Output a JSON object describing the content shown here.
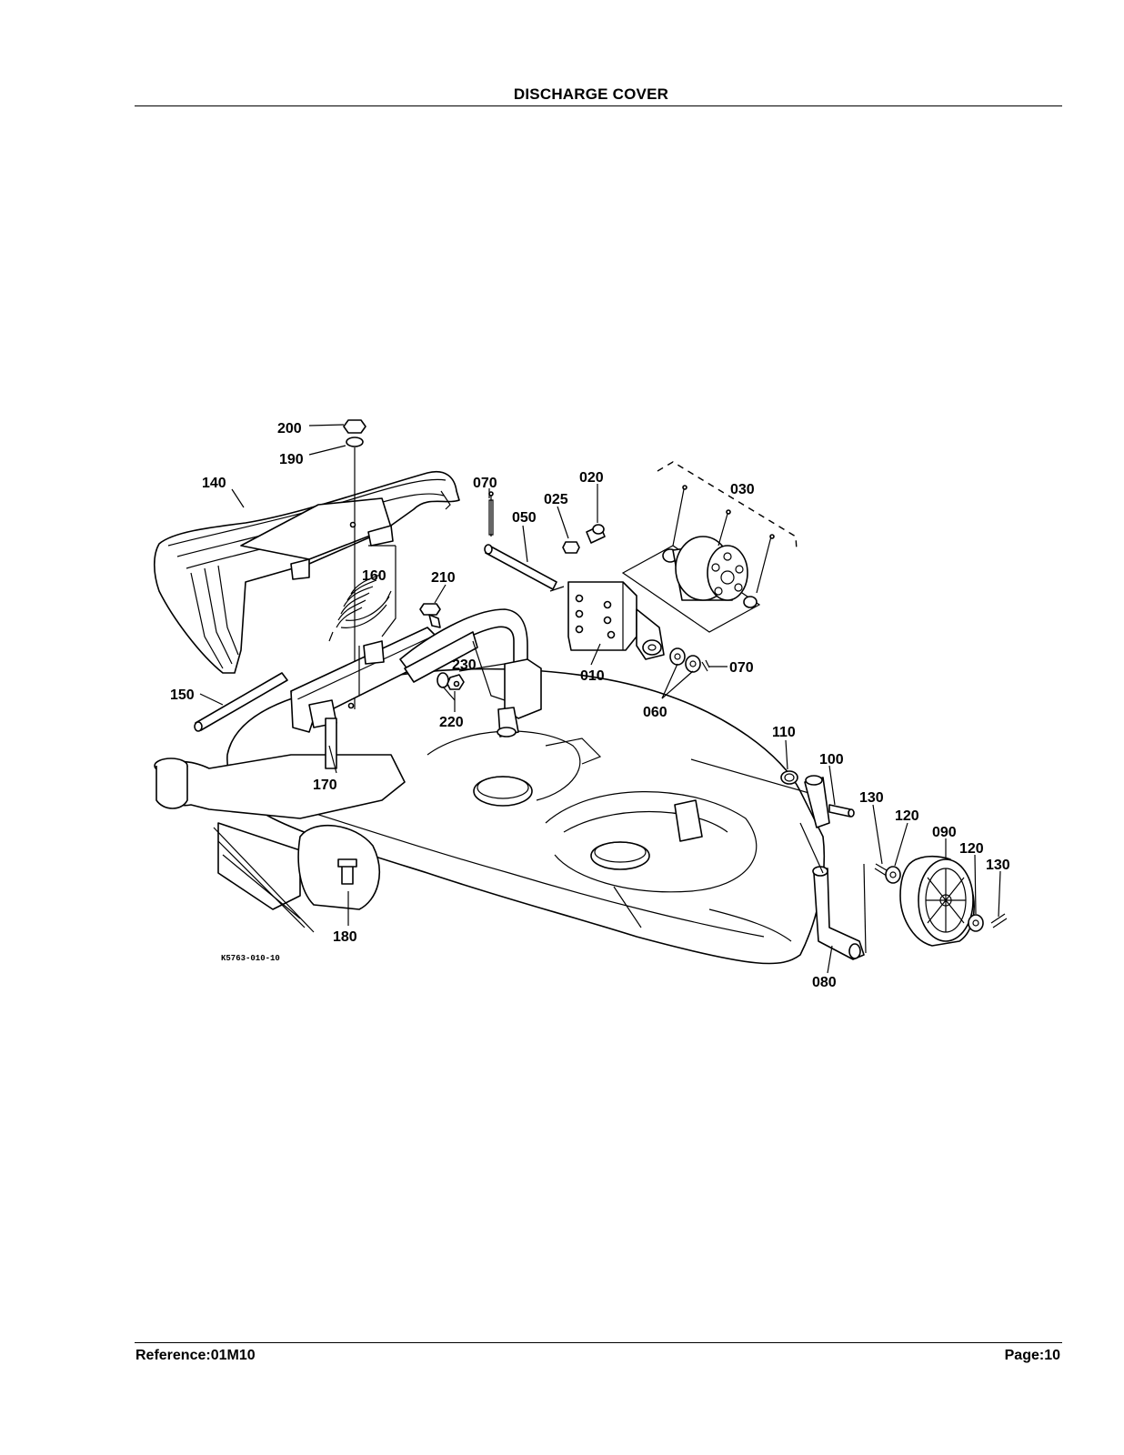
{
  "header": {
    "title": "DISCHARGE COVER"
  },
  "footer": {
    "reference": "Reference:01M10",
    "page": "Page:10"
  },
  "diagram": {
    "drawing_code": "K5763-010-10",
    "labels": {
      "p200": "200",
      "p190": "190",
      "p140": "140",
      "p070a": "070",
      "p020": "020",
      "p025": "025",
      "p030": "030",
      "p050": "050",
      "p160": "160",
      "p210": "210",
      "p230": "230",
      "p220": "220",
      "p010": "010",
      "p070b": "070",
      "p060": "060",
      "p150": "150",
      "p170": "170",
      "p110": "110",
      "p100": "100",
      "p130a": "130",
      "p120a": "120",
      "p090": "090",
      "p120b": "120",
      "p130b": "130",
      "p180": "180",
      "p080": "080"
    }
  }
}
